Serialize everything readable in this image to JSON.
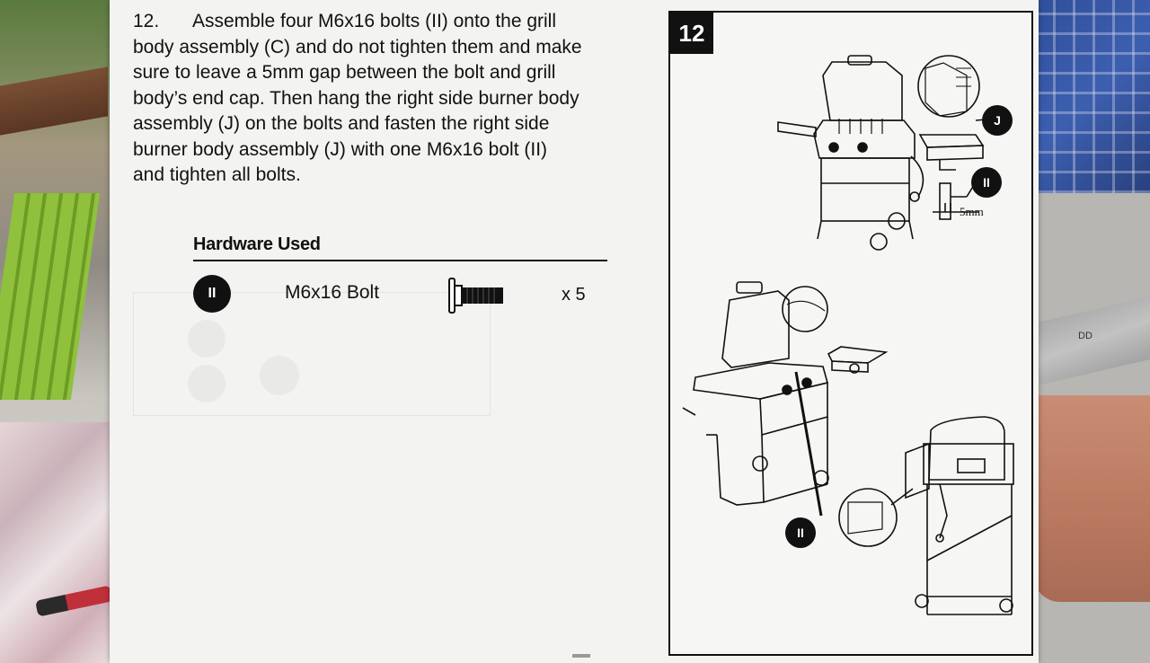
{
  "step": {
    "number": "12.",
    "lines": [
      "Assemble four M6x16 bolts (II) onto the grill",
      "body assembly (C) and do not tighten them and make",
      "sure to leave a 5mm gap between the bolt and grill",
      "body’s end cap. Then hang the right side burner body",
      "assembly (J) on the bolts and fasten the  right side",
      "burner body assembly (J) with one M6x16 bolt (II)",
      "and tighten all bolts."
    ]
  },
  "hardware": {
    "title": "Hardware Used",
    "items": [
      {
        "code": "II",
        "name": "M6x16 Bolt",
        "icon": "bolt-icon",
        "qty": "x 5"
      }
    ]
  },
  "diagram": {
    "step_label": "12",
    "callouts": {
      "j": "J",
      "bolt_top": "II",
      "bolt_bottom": "II"
    },
    "gap_label": "5mm"
  },
  "background": {
    "metal_label": "DD"
  },
  "colors": {
    "ink": "#111111",
    "paper": "#f3f3f1"
  }
}
